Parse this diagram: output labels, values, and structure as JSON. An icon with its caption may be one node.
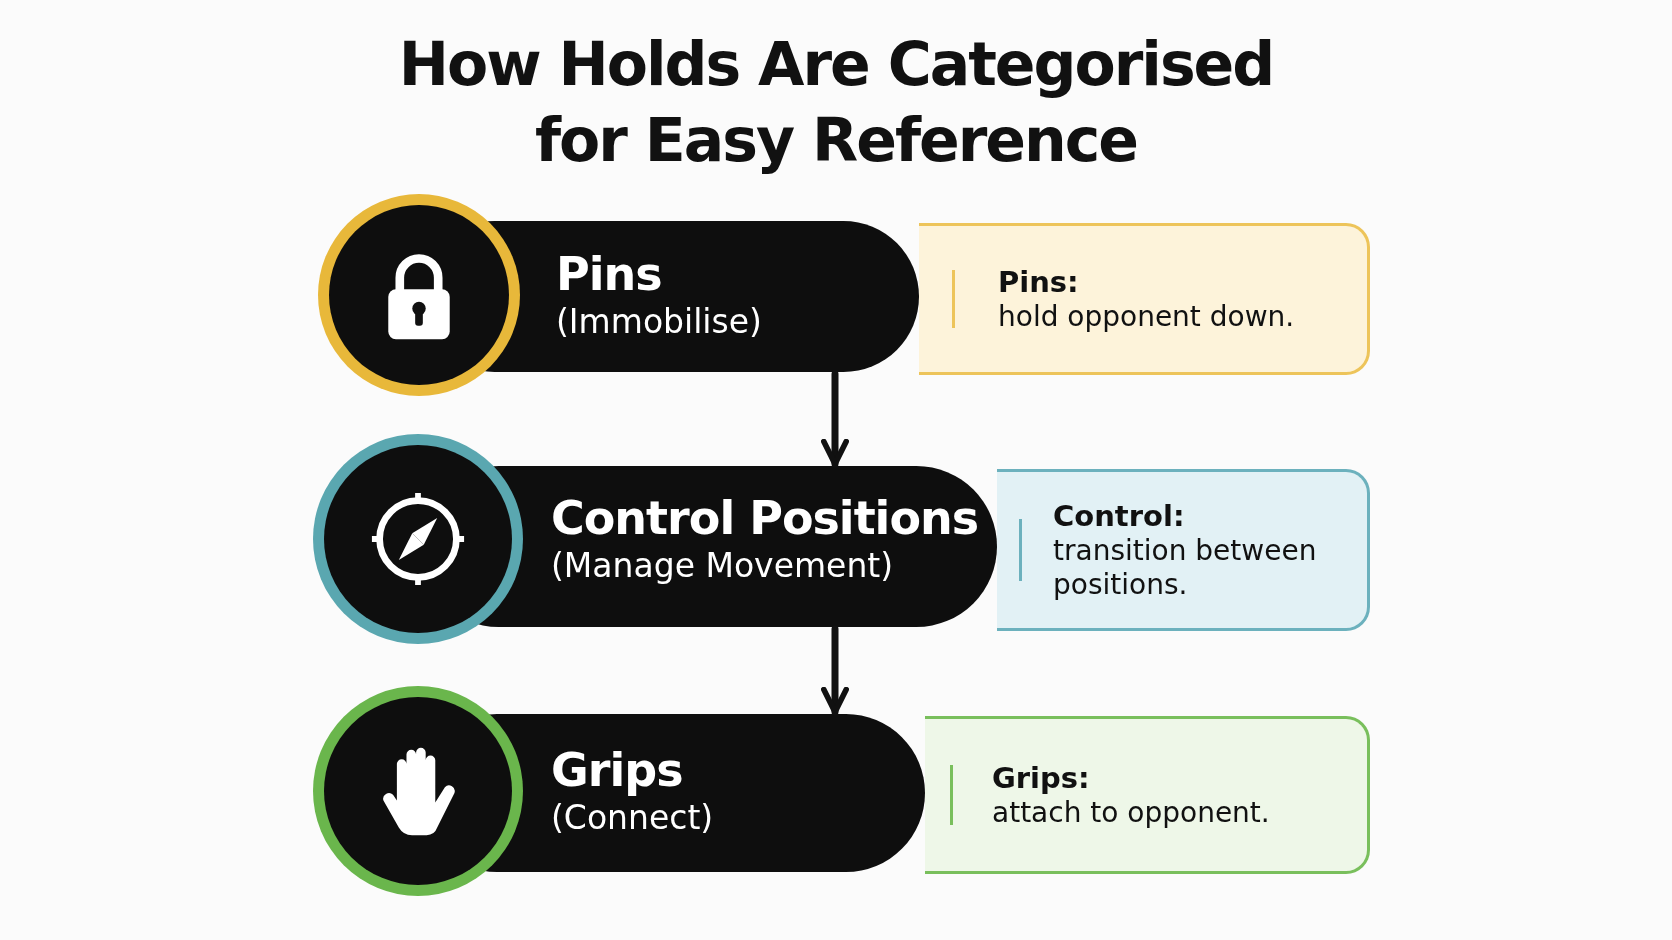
{
  "diagram": {
    "title": "How Holds Are Categorised for Easy Reference",
    "nodes": [
      {
        "text": [
          "Pins",
          "(Immobilise)"
        ]
      },
      {
        "text": [
          "Pins:",
          "hold opponent down."
        ]
      },
      {
        "text": [
          "Control Positions",
          "(Manage Movement)"
        ]
      },
      {
        "text": [
          "Control:",
          "transition between positions."
        ]
      },
      {
        "text": [
          "Grips",
          "(Connect)"
        ]
      },
      {
        "text": [
          "Grips:",
          "attach to opponent."
        ]
      }
    ],
    "edges": [
      {
        "from": 0,
        "to": 2,
        "arrow": "to"
      },
      {
        "from": 2,
        "to": 4,
        "arrow": "to"
      }
    ]
  }
}
